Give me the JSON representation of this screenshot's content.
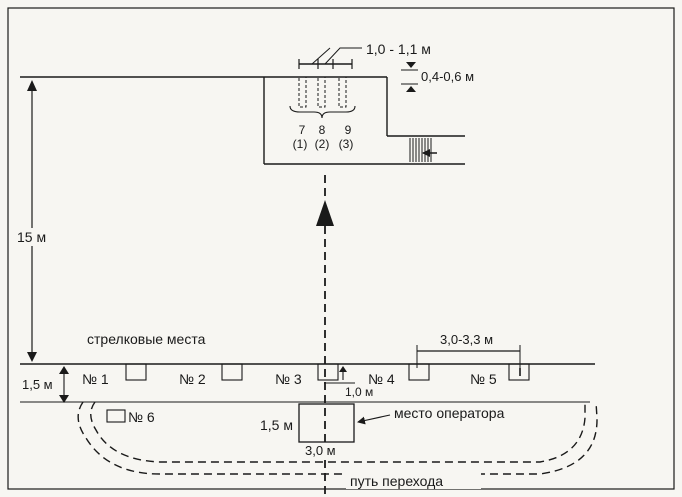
{
  "colors": {
    "ink": "#1a1a1a",
    "paper": "#f7f6f2"
  },
  "labels": {
    "lane_width": "1,0 - 1,1 м",
    "target_offset": "0,4-0,6 м",
    "targets_top": [
      "7",
      "8",
      "9"
    ],
    "targets_bottom": [
      "(1)",
      "(2)",
      "(3)"
    ],
    "distance": "15 м",
    "line_depth": "1,5 м",
    "shooting_places": "стрелковые места",
    "spacing": "3,0-3,3 м",
    "places": [
      "№ 1",
      "№ 2",
      "№ 3",
      "№ 4",
      "№ 5"
    ],
    "place_6": "№ 6",
    "place_width": "1,0 м",
    "operator_place": "место оператора",
    "operator_height": "1,5 м",
    "operator_width": "3,0 м",
    "crossing_path": "путь перехода"
  }
}
